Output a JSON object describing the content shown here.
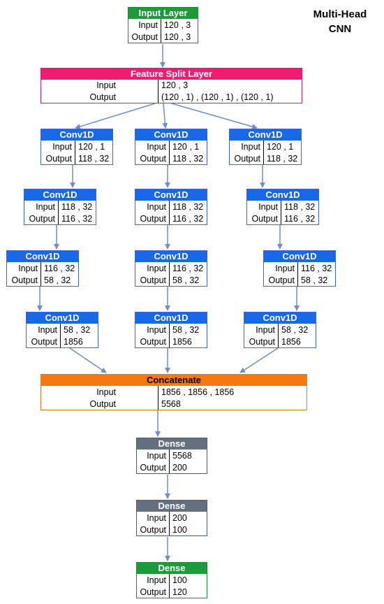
{
  "title": [
    "Multi-Head",
    "CNN"
  ],
  "labels": {
    "input": "Input",
    "output": "Output"
  },
  "nodes": {
    "input_layer": {
      "name": "Input Layer",
      "input": "120 , 3",
      "output": "120 , 3"
    },
    "feature_split": {
      "name": "Feature Split Layer",
      "input": "120 , 3",
      "output": "(120 , 1) , (120 , 1) , (120 , 1)"
    },
    "head1": [
      {
        "name": "Conv1D",
        "input": "120 , 1",
        "output": "118 , 32"
      },
      {
        "name": "Conv1D",
        "input": "118 , 32",
        "output": "116 , 32"
      },
      {
        "name": "Conv1D",
        "input": "116 , 32",
        "output": "58 , 32"
      },
      {
        "name": "Conv1D",
        "input": "58 , 32",
        "output": "1856"
      }
    ],
    "head2": [
      {
        "name": "Conv1D",
        "input": "120 , 1",
        "output": "118 , 32"
      },
      {
        "name": "Conv1D",
        "input": "118 , 32",
        "output": "116 , 32"
      },
      {
        "name": "Conv1D",
        "input": "116 , 32",
        "output": "58 , 32"
      },
      {
        "name": "Conv1D",
        "input": "58 , 32",
        "output": "1856"
      }
    ],
    "head3": [
      {
        "name": "Conv1D",
        "input": "120 , 1",
        "output": "118 , 32"
      },
      {
        "name": "Conv1D",
        "input": "118 , 32",
        "output": "116 , 32"
      },
      {
        "name": "Conv1D",
        "input": "116 , 32",
        "output": "58 , 32"
      },
      {
        "name": "Conv1D",
        "input": "58 , 32",
        "output": "1856"
      }
    ],
    "concatenate": {
      "name": "Concatenate",
      "input": "1856 , 1856 , 1856",
      "output": "5568"
    },
    "dense1": {
      "name": "Dense",
      "input": "5568",
      "output": "200"
    },
    "dense2": {
      "name": "Dense",
      "input": "200",
      "output": "100"
    },
    "dense3": {
      "name": "Dense",
      "input": "100",
      "output": "120"
    }
  }
}
